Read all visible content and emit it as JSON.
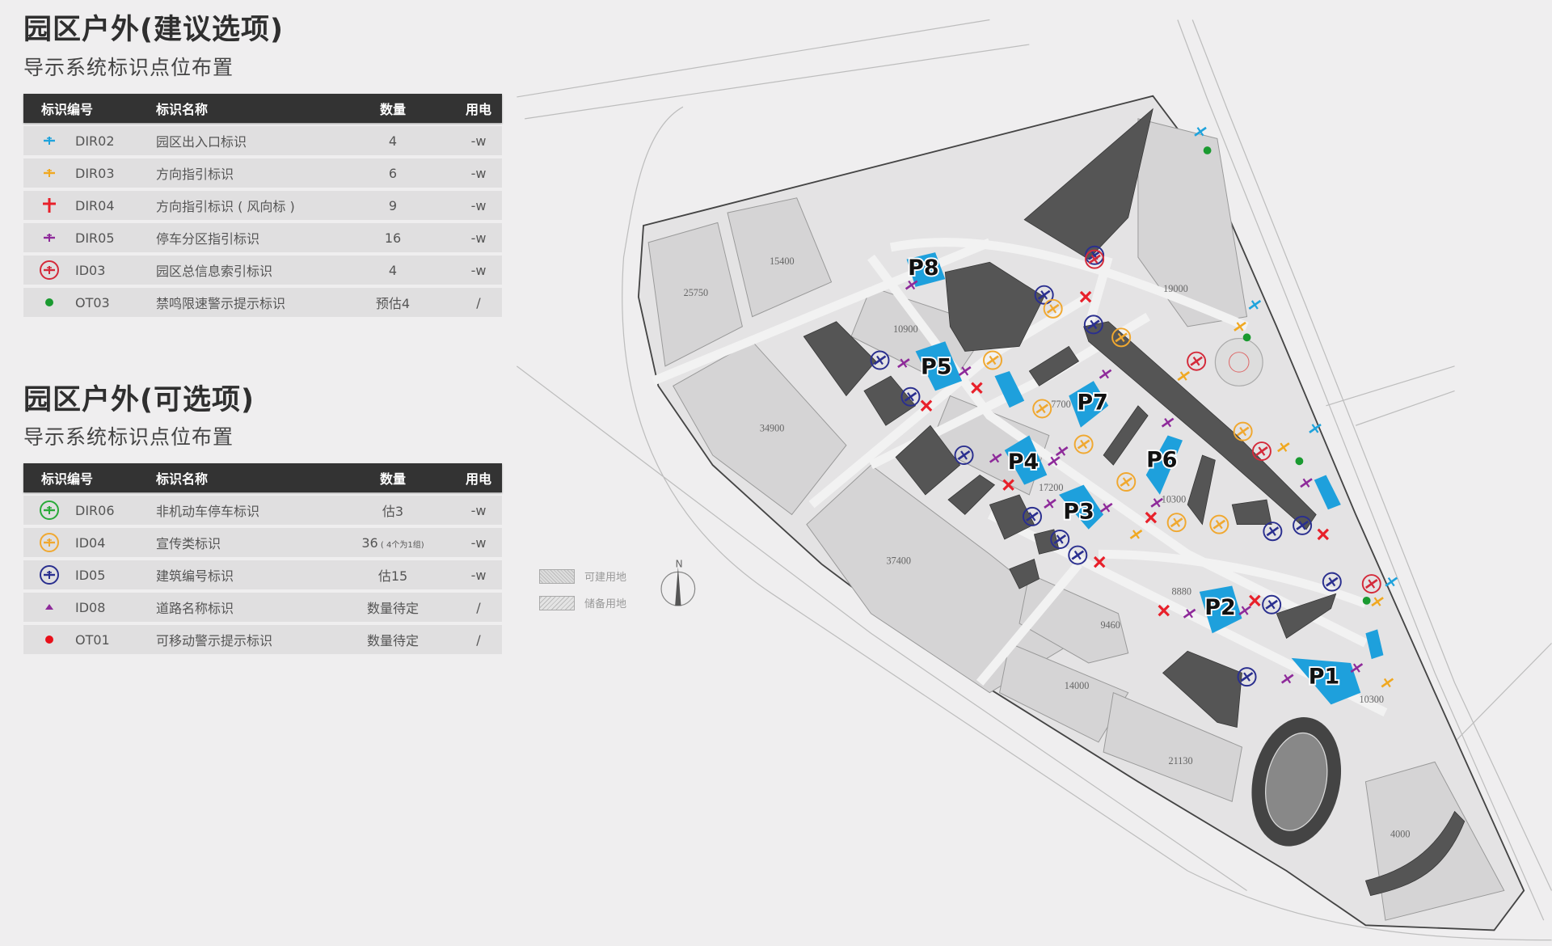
{
  "section1": {
    "title": "园区户外(建议选项)",
    "subtitle": "导示系统标识点位布置",
    "headers": {
      "code": "标识编号",
      "name": "标识名称",
      "qty": "数量",
      "power": "用电"
    },
    "rows": [
      {
        "icon": "cyan-sign-icon",
        "color": "#1fa3dc",
        "code": "DIR02",
        "name": "园区出入口标识",
        "qty": "4",
        "power": "-w"
      },
      {
        "icon": "orange-sign-icon",
        "color": "#f0a820",
        "code": "DIR03",
        "name": "方向指引标识",
        "qty": "6",
        "power": "-w"
      },
      {
        "icon": "red-cross-icon",
        "color": "#e8202a",
        "code": "DIR04",
        "name": "方向指引标识 ( 风向标 )",
        "qty": "9",
        "power": "-w"
      },
      {
        "icon": "purple-sign-icon",
        "color": "#8e2a9a",
        "code": "DIR05",
        "name": "停车分区指引标识",
        "qty": "16",
        "power": "-w"
      },
      {
        "icon": "red-circle-sign-icon",
        "color": "#d42a3a",
        "code": "ID03",
        "name": "园区总信息索引标识",
        "qty": "4",
        "power": "-w"
      },
      {
        "icon": "green-dot-icon",
        "color": "#1a9a30",
        "code": "OT03",
        "name": "禁鸣限速警示提示标识",
        "qty": "预估4",
        "power": "/"
      }
    ]
  },
  "section2": {
    "title": "园区户外(可选项)",
    "subtitle": "导示系统标识点位布置",
    "headers": {
      "code": "标识编号",
      "name": "标识名称",
      "qty": "数量",
      "power": "用电"
    },
    "rows": [
      {
        "icon": "green-circle-sign-icon",
        "color": "#2aaa3a",
        "code": "DIR06",
        "name": "非机动车停车标识",
        "qty": "估3",
        "qty_note": "",
        "power": "-w"
      },
      {
        "icon": "orange-circle-sign-icon",
        "color": "#f0a830",
        "code": "ID04",
        "name": "宣传类标识",
        "qty": "36",
        "qty_note": " ( 4个为1组)",
        "power": "-w"
      },
      {
        "icon": "blue-circle-sign-icon",
        "color": "#2a2f8f",
        "code": "ID05",
        "name": "建筑编号标识",
        "qty": "估15",
        "qty_note": "",
        "power": "-w"
      },
      {
        "icon": "purple-triangle-icon",
        "color": "#8e2a9a",
        "code": "ID08",
        "name": "道路名称标识",
        "qty": "数量待定",
        "qty_note": "",
        "power": "/"
      },
      {
        "icon": "red-dot-icon",
        "color": "#e8101a",
        "code": "OT01",
        "name": "可移动警示提示标识",
        "qty": "数量待定",
        "qty_note": "",
        "power": "/"
      }
    ]
  },
  "legend": {
    "buildable": "可建用地",
    "reserve": "储备用地",
    "north": "N"
  },
  "map": {
    "parking_labels": [
      "P1",
      "P2",
      "P3",
      "P4",
      "P5",
      "P6",
      "P7",
      "P8"
    ],
    "block_areas": [
      "25750",
      "15400",
      "10900",
      "34900",
      "37400",
      "9460",
      "14000",
      "21130",
      "4000",
      "19000",
      "17200",
      "7700",
      "10300",
      "8880",
      "10300"
    ],
    "colors": {
      "parking": "#1ea0dc",
      "building": "#555555",
      "block": "#d5d4d5",
      "road": "#ebebeb"
    }
  }
}
